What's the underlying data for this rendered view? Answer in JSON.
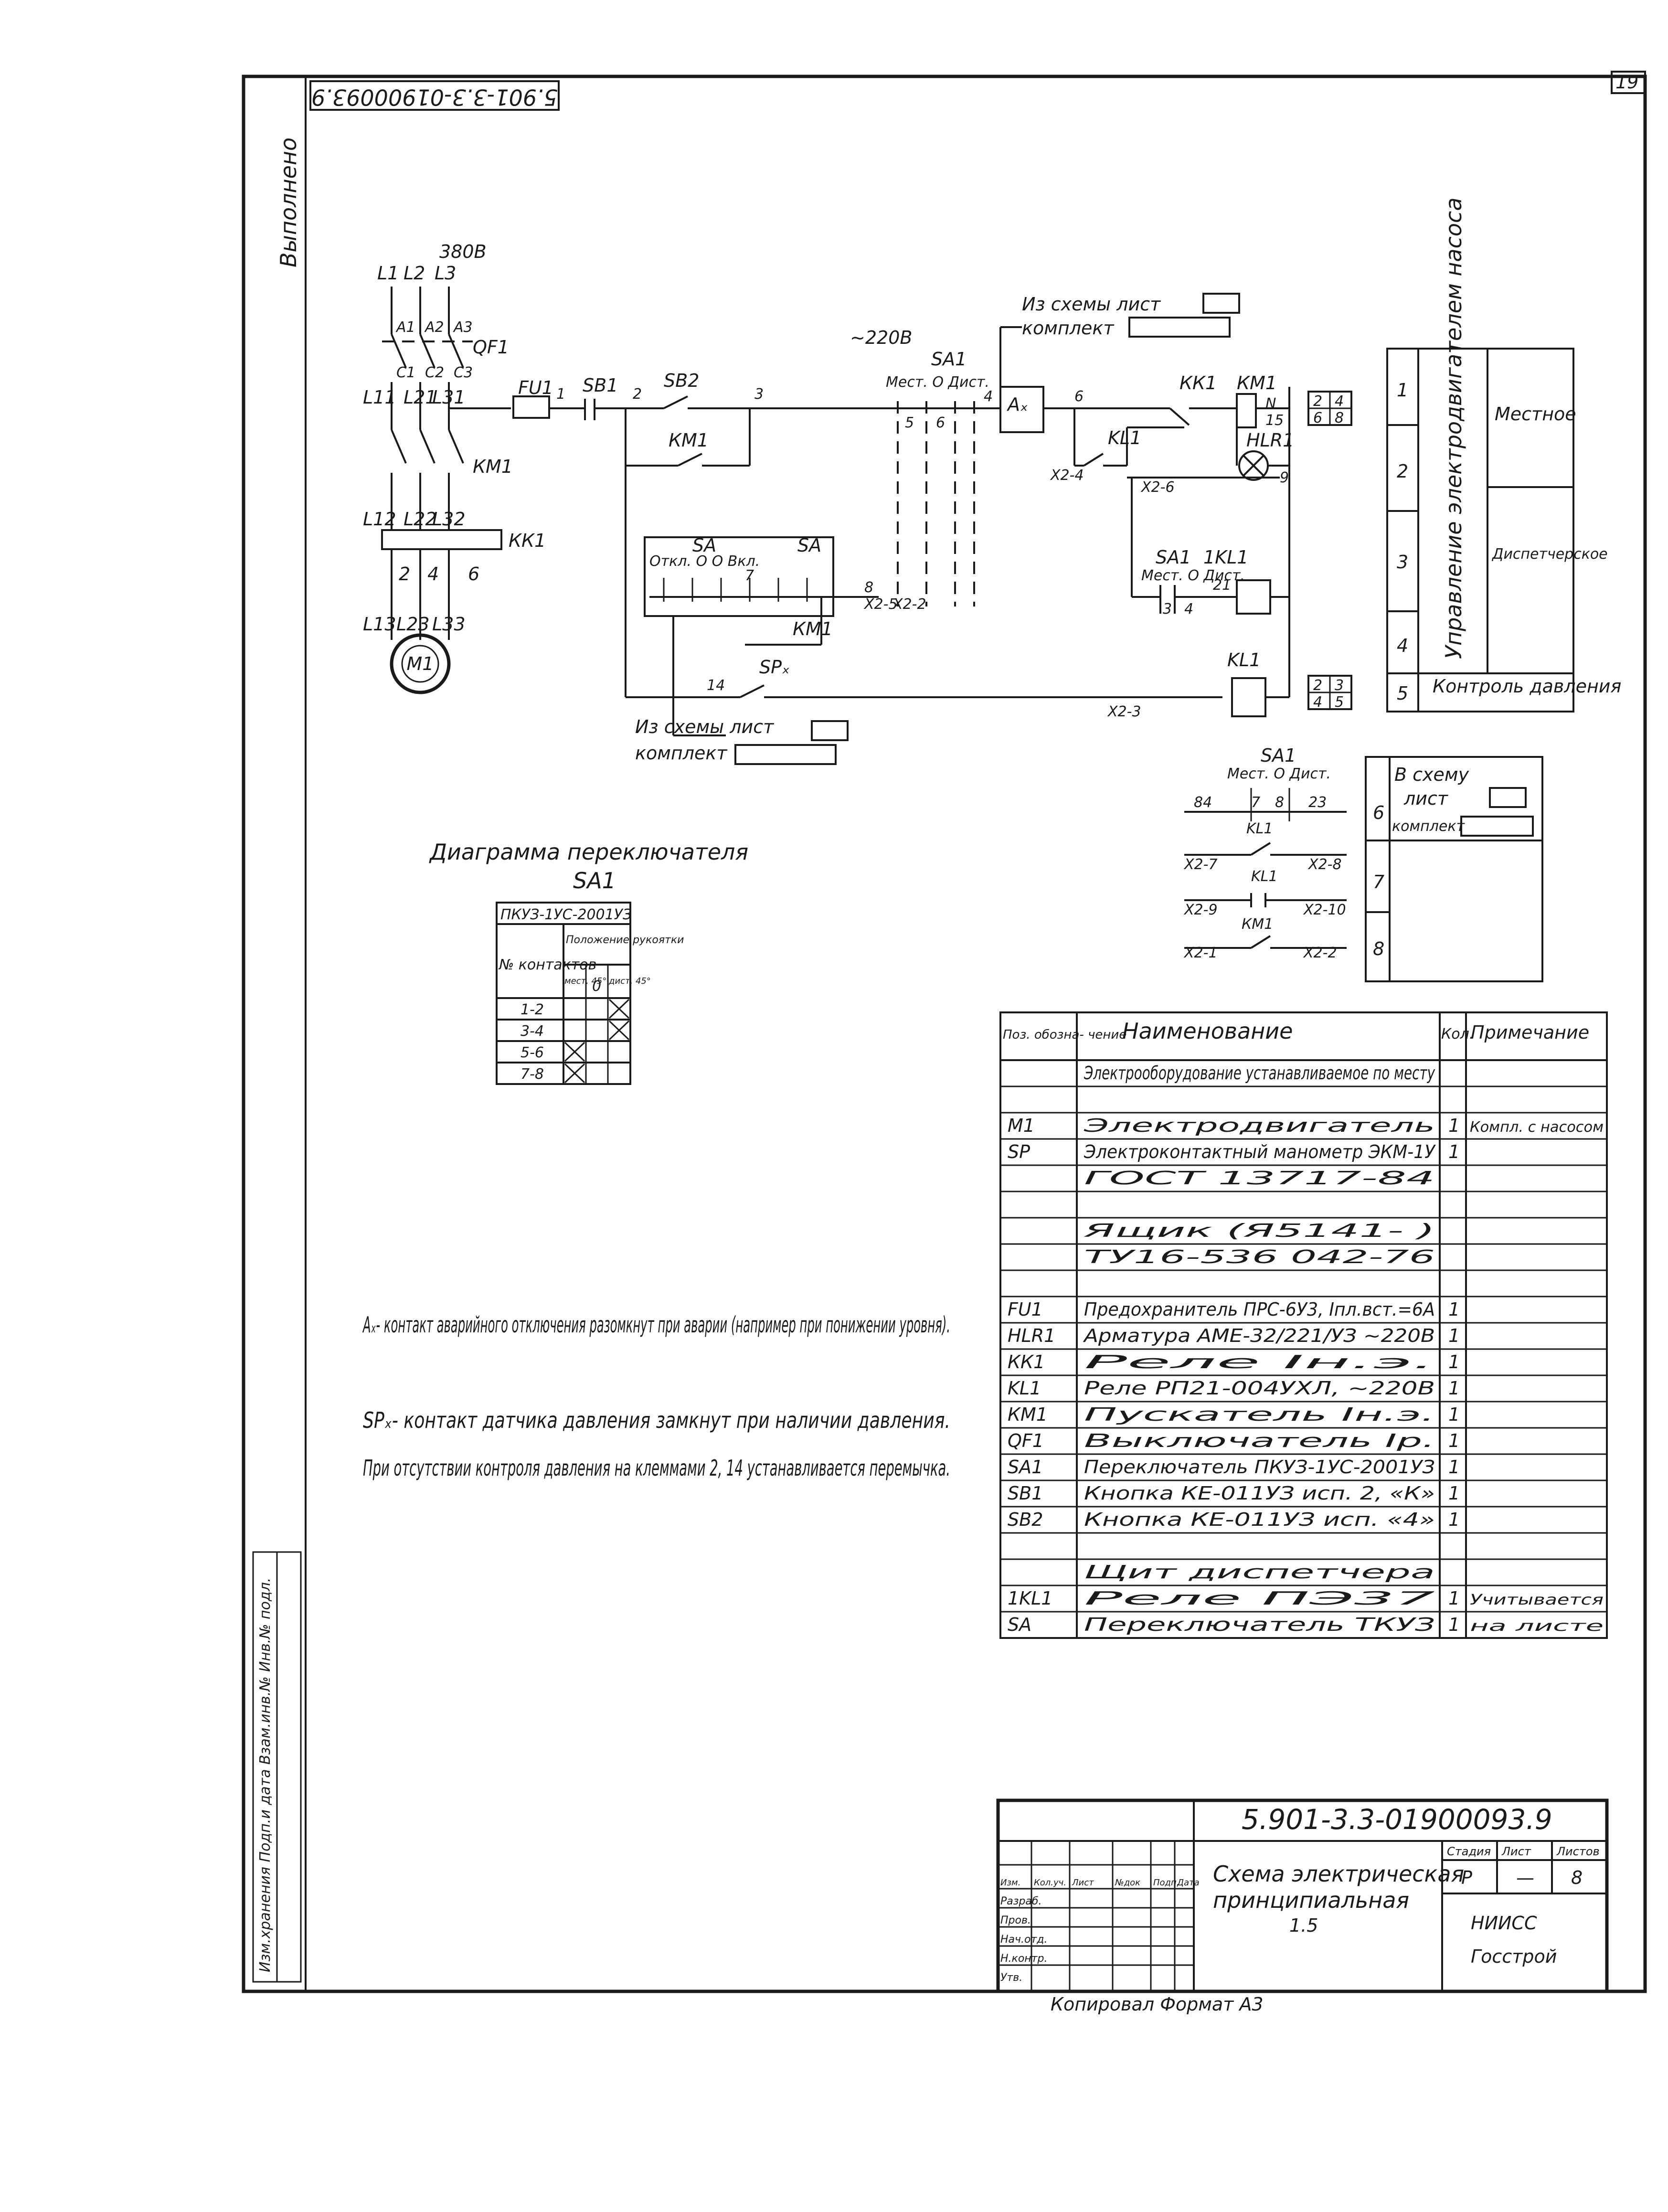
{
  "sheet": {
    "sheet_number": "19",
    "top_code_rotated": "5.901-3.3-01900093.9",
    "left_margin_text": "Выполнено",
    "left_stamp_text": "Изм.хранения  Подп.и дата  Взам.инв.№  Инв.№ подл."
  },
  "schematic": {
    "voltage_3ph": "380В",
    "voltage_ctrl": "~220В",
    "phases": [
      "L1",
      "L2",
      "L3"
    ],
    "breaker": "QF1",
    "breaker_terms_top": [
      "A1",
      "A2",
      "A3"
    ],
    "breaker_terms_bot": [
      "C1",
      "C2",
      "C3"
    ],
    "load_lines": [
      "L11",
      "L21",
      "L31"
    ],
    "contactor": "КМ1",
    "relay_kk": "КК1",
    "motor_lines": [
      "L12",
      "L22",
      "L32"
    ],
    "motor_lines_low": [
      "L13",
      "L23",
      "L33"
    ],
    "motor": "М1",
    "thermal_terms": [
      "2",
      "4",
      "6"
    ],
    "fuse": "FU1",
    "sb1": "SB1",
    "sb2": "SB2",
    "sa1": "SA1",
    "sa1_modes": "Мест. О Дист.",
    "ak_contact": "Аₓ",
    "kk1_contact": "КК1",
    "km1_coil": "КМ1",
    "hlr1": "HLR1",
    "kl1": "KL1",
    "kl1_2": "1KL1",
    "sa": "SA",
    "sa_modes": "Откл. О О Вкл.",
    "sp": "SPₓ",
    "km1_aux": "КМ1",
    "x2_labels": [
      "Х2-4",
      "Х2-6",
      "Х2-5",
      "Х2-2",
      "Х2-3"
    ],
    "node_labels": [
      "1",
      "2",
      "3",
      "4",
      "5",
      "6",
      "7",
      "8",
      "9",
      "14",
      "N",
      "15",
      "21",
      "3",
      "4"
    ],
    "ref_top_1": "Из схемы лист",
    "ref_top_2": "комплект",
    "ref_bot_1": "Из схемы лист",
    "ref_bot_2": "комплект",
    "contacts_top": [
      "2",
      "4",
      "6",
      "8"
    ],
    "contacts_bot": [
      "2",
      "3",
      "4",
      "5"
    ]
  },
  "right_panel": {
    "rows": [
      "1",
      "2",
      "3",
      "4",
      "5"
    ],
    "section_main": "Управление электродвигателем насоса",
    "section_local": "Местное",
    "section_remote": "Диспетчерское",
    "section_pressure": "Контроль давления"
  },
  "sub_circuit": {
    "sa1": "SA1",
    "sa1_modes": "Мест. О Дист.",
    "labels": [
      "84",
      "7",
      "8",
      "23"
    ],
    "kl1": "KL1",
    "km1": "КМ1",
    "pairs": [
      [
        "Х2-7",
        "Х2-8"
      ],
      [
        "Х2-9",
        "Х2-10"
      ],
      [
        "Х2-1",
        "Х2-2"
      ]
    ],
    "box_title_1": "В схему",
    "box_title_2": "лист",
    "box_title_3": "комплект",
    "rows": [
      "6",
      "7",
      "8"
    ]
  },
  "switch_diagram": {
    "title": "Диаграмма переключателя",
    "subtitle": "SA1",
    "model": "ПКУЗ-1УС-2001УЗ",
    "col_contacts": "№ контактов",
    "col_positions": "Положение рукоятки",
    "pos_left": "мест. 45°",
    "pos_mid": "0",
    "pos_right": "дист. 45°",
    "rows": [
      {
        "contacts": "1-2",
        "local": false,
        "off": false,
        "remote": true
      },
      {
        "contacts": "3-4",
        "local": false,
        "off": false,
        "remote": true
      },
      {
        "contacts": "5-6",
        "local": true,
        "off": false,
        "remote": false
      },
      {
        "contacts": "7-8",
        "local": true,
        "off": false,
        "remote": false
      }
    ]
  },
  "notes": [
    "Аₓ- контакт аварийного отключения разомкнут при аварии (например при понижении уровня).",
    "SPₓ- контакт датчика давления замкнут при наличии давления.",
    "При отсутствии контроля давления на клеммами 2, 14 устанавливается перемычка."
  ],
  "spec_table": {
    "headers": [
      "Поз. обозна- чение",
      "Наименование",
      "Кол.",
      "Примечание"
    ],
    "rows": [
      {
        "pos": "",
        "name": "Электрооборудование устанавливаемое по месту",
        "qty": "",
        "note": ""
      },
      {
        "pos": "",
        "name": "",
        "qty": "",
        "note": ""
      },
      {
        "pos": "М1",
        "name": "Электродвигатель",
        "qty": "1",
        "note": "Компл. с насосом"
      },
      {
        "pos": "SP",
        "name": "Электроконтактный манометр ЭКМ-1У",
        "qty": "1",
        "note": ""
      },
      {
        "pos": "",
        "name": "ГОСТ 13717-84",
        "qty": "",
        "note": ""
      },
      {
        "pos": "",
        "name": "",
        "qty": "",
        "note": ""
      },
      {
        "pos": "",
        "name": "Ящик (Я5141-    )",
        "qty": "",
        "note": ""
      },
      {
        "pos": "",
        "name": "ТУ16-536 042-76",
        "qty": "",
        "note": ""
      },
      {
        "pos": "",
        "name": "",
        "qty": "",
        "note": ""
      },
      {
        "pos": "FU1",
        "name": "Предохранитель ПРС-6У3, Iпл.вст.=6А",
        "qty": "1",
        "note": ""
      },
      {
        "pos": "HLR1",
        "name": "Арматура АМЕ-32/221/УЗ ~220В",
        "qty": "1",
        "note": ""
      },
      {
        "pos": "КК1",
        "name": "Реле           Iн.э.",
        "qty": "1",
        "note": ""
      },
      {
        "pos": "KL1",
        "name": "Реле РП21-004УХЛ, ~220В",
        "qty": "1",
        "note": ""
      },
      {
        "pos": "КМ1",
        "name": "Пускатель         Iн.э.",
        "qty": "1",
        "note": ""
      },
      {
        "pos": "QF1",
        "name": "Выключатель        Iр.",
        "qty": "1",
        "note": ""
      },
      {
        "pos": "SA1",
        "name": "Переключатель ПКУЗ-1УС-2001УЗ",
        "qty": "1",
        "note": ""
      },
      {
        "pos": "SB1",
        "name": "Кнопка КЕ-011УЗ исп. 2, «К»",
        "qty": "1",
        "note": ""
      },
      {
        "pos": "SB2",
        "name": "Кнопка КЕ-011УЗ исп. «4»",
        "qty": "1",
        "note": ""
      },
      {
        "pos": "",
        "name": "",
        "qty": "",
        "note": ""
      },
      {
        "pos": "",
        "name": "Щит диспетчера",
        "qty": "",
        "note": ""
      },
      {
        "pos": "1KL1",
        "name": "Реле ПЭ37",
        "qty": "1",
        "note": "Учитывается"
      },
      {
        "pos": "SA",
        "name": "Переключатель ТКУЗ",
        "qty": "1",
        "note": "на листе"
      }
    ]
  },
  "title_block": {
    "code": "5.901-3.3-01900093.9",
    "title_1": "Схема электрическая",
    "title_2": "принципиальная",
    "title_3": "1.5",
    "col_headers": [
      "Изм.",
      "Кол.уч.",
      "Лист",
      "№док",
      "Подп.",
      "Дата"
    ],
    "roles": [
      "Разраб.",
      "Пров.",
      "Нач.отд.",
      "Н.контр.",
      "Утв."
    ],
    "stage_headers": [
      "Стадия",
      "Лист",
      "Листов"
    ],
    "stage": "Р",
    "sheet": "—",
    "sheets": "8",
    "org_1": "НИИСС",
    "org_2": "Госстрой",
    "bottom_note": "Копировал  Формат А3"
  }
}
